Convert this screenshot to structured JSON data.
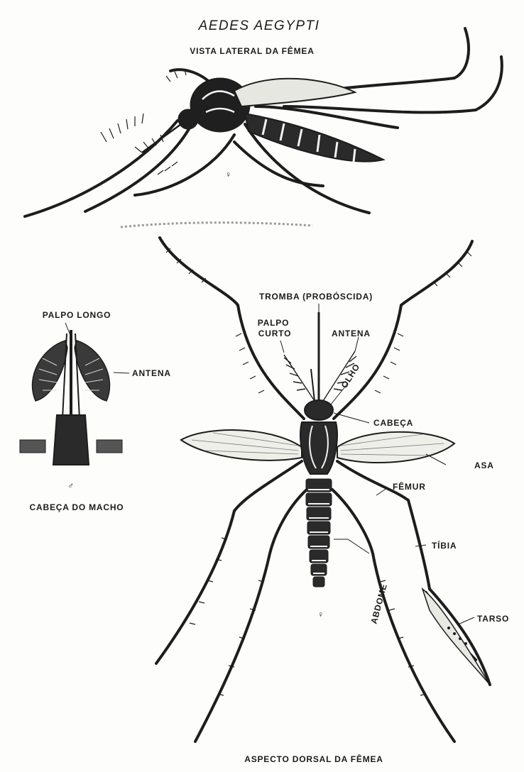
{
  "title": "AEDES AEGYPTI",
  "lateral": {
    "caption": "VISTA LATERAL DA FÊMEA",
    "sex_symbol": "♀"
  },
  "male_head": {
    "palpo_label": "PALPO LONGO",
    "antena_label": "ANTENA",
    "sex_symbol": "♂",
    "caption": "CABEÇA DO MACHO"
  },
  "dorsal": {
    "tromba_label": "TROMBA (PROBÓSCIDA)",
    "palpo_line1": "PALPO",
    "palpo_line2": "CURTO",
    "antena_label": "ANTENA",
    "olho_label": "OLHO",
    "cabeca_label": "CABEÇA",
    "asa_label": "ASA",
    "femur_label": "FÊMUR",
    "tibia_label": "TÍBIA",
    "abdome_label": "ABDOME",
    "tarso_label": "TARSO",
    "sex_symbol": "♀",
    "caption": "ASPECTO DORSAL DA FÊMEA"
  }
}
